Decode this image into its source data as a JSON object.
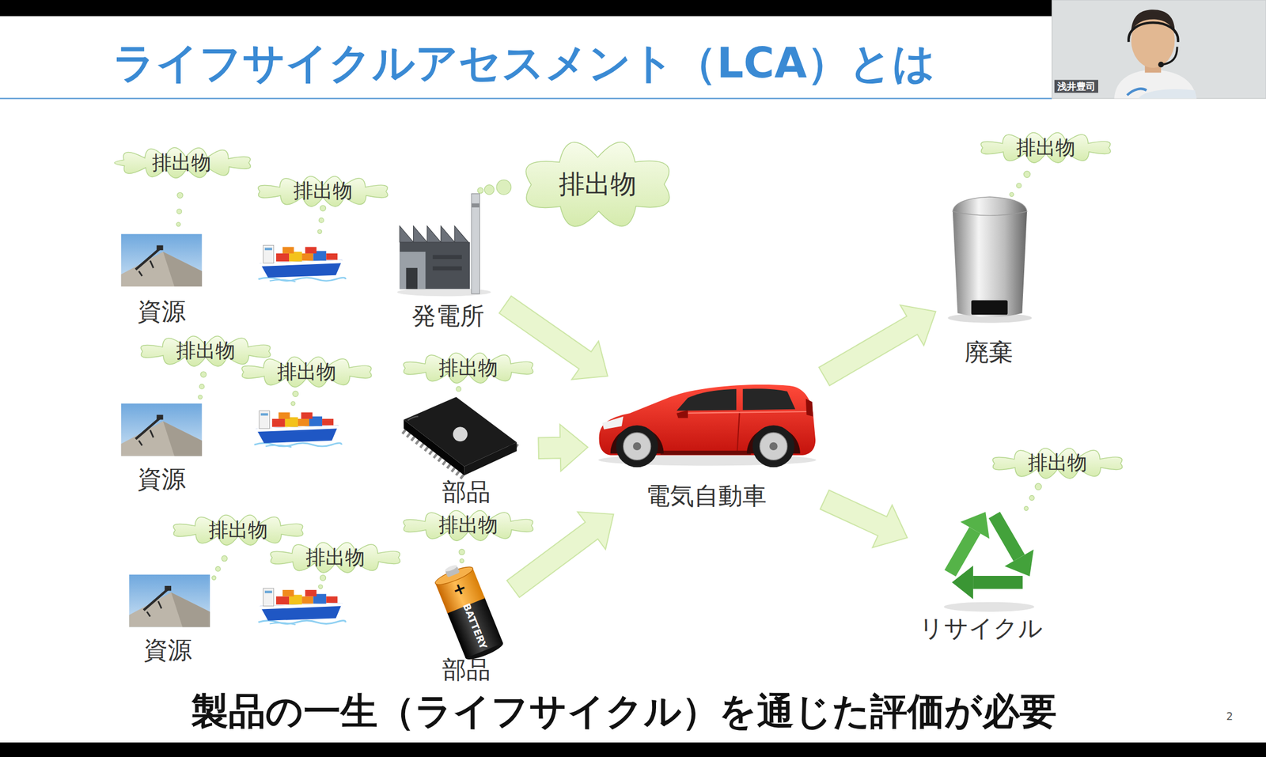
{
  "diagram": {
    "title": "ライフサイクルアセスメント（LCA）とは",
    "caption": "製品の一生（ライフサイクル）を通じた評価が必要",
    "nodes": [
      {
        "text": [
          "排出物"
        ]
      },
      {
        "text": [
          "排出物"
        ]
      },
      {
        "text": [
          "排出物"
        ]
      },
      {
        "text": [
          "排出物"
        ]
      },
      {
        "text": [
          "資源"
        ]
      },
      {
        "text": [
          "発電所"
        ]
      },
      {
        "text": [
          "廃棄"
        ]
      },
      {
        "text": [
          "排出物"
        ]
      },
      {
        "text": [
          "排出物"
        ]
      },
      {
        "text": [
          "排出物"
        ]
      },
      {
        "text": [
          "資源"
        ]
      },
      {
        "text": [
          "部品"
        ]
      },
      {
        "text": [
          "電気自動車"
        ]
      },
      {
        "text": [
          "排出物"
        ]
      },
      {
        "text": [
          "排出物"
        ]
      },
      {
        "text": [
          "排出物"
        ]
      },
      {
        "text": [
          "排出物"
        ]
      },
      {
        "text": [
          "資源"
        ]
      },
      {
        "text": [
          "部品"
        ]
      },
      {
        "text": [
          "リサイクル"
        ]
      }
    ],
    "edges": [
      {
        "from": 5,
        "to": 12,
        "arrow": "to"
      },
      {
        "from": 11,
        "to": 12,
        "arrow": "to"
      },
      {
        "from": 18,
        "to": 12,
        "arrow": "to"
      },
      {
        "from": 12,
        "to": 6,
        "arrow": "to"
      },
      {
        "from": 12,
        "to": 19,
        "arrow": "to"
      }
    ],
    "labels": [
      "BATTERY",
      "+",
      "浅井豊司",
      "2"
    ]
  }
}
